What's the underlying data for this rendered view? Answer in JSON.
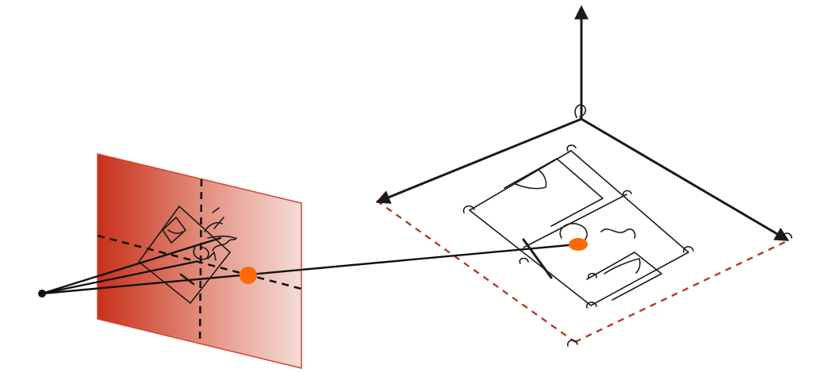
{
  "colors": {
    "background": "#ffffff",
    "image_plane_dark": "#c8301a",
    "image_plane_light": "#f3dcd8",
    "image_plane_border": "#d0462e",
    "ground_plane_dash": "#b23a2a",
    "point": "#ff6a00",
    "camera_center": "#111111",
    "ink": "#1b1b1b"
  },
  "elements": {
    "camera_center": "camera-center-point",
    "image_plane": "image-plane",
    "image_point": "image-point",
    "world_point": "world-point",
    "world_axes": [
      "world-axis-vertical",
      "world-axis-left",
      "world-axis-right"
    ],
    "ground_plane": "ground-plane-outline",
    "sketches": [
      "soccer-pitch-sketch",
      "pitch-sketch-on-image-plane"
    ]
  }
}
